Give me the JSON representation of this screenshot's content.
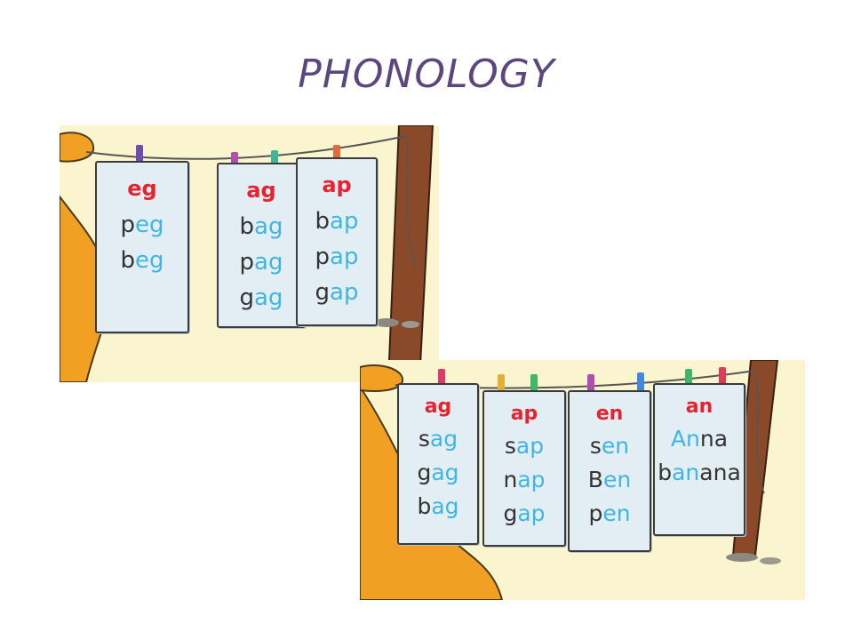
{
  "title": "PHONOLOGY",
  "colors": {
    "title": "#5b4680",
    "heading": "#e42430",
    "pattern": "#3fb6e2",
    "onset": "#333333",
    "panel_bg": "#fbf5cf",
    "card_bg": "#e3eef4"
  },
  "panels": [
    {
      "cards": [
        {
          "heading": "eg",
          "words": [
            {
              "onset": "p",
              "pattern": "eg"
            },
            {
              "onset": "b",
              "pattern": "eg"
            }
          ]
        },
        {
          "heading": "ag",
          "words": [
            {
              "onset": "b",
              "pattern": "ag"
            },
            {
              "onset": "p",
              "pattern": "ag"
            },
            {
              "onset": "g",
              "pattern": "ag"
            }
          ]
        },
        {
          "heading": "ap",
          "words": [
            {
              "onset": "b",
              "pattern": "ap"
            },
            {
              "onset": "p",
              "pattern": "ap"
            },
            {
              "onset": "g",
              "pattern": "ap"
            }
          ]
        }
      ]
    },
    {
      "cards": [
        {
          "heading": "ag",
          "words": [
            {
              "onset": "s",
              "pattern": "ag"
            },
            {
              "onset": "g",
              "pattern": "ag"
            },
            {
              "onset": "b",
              "pattern": "ag"
            }
          ]
        },
        {
          "heading": "ap",
          "words": [
            {
              "onset": "s",
              "pattern": "ap"
            },
            {
              "onset": "n",
              "pattern": "ap"
            },
            {
              "onset": "g",
              "pattern": "ap"
            }
          ]
        },
        {
          "heading": "en",
          "words": [
            {
              "onset": "s",
              "pattern": "en"
            },
            {
              "onset": "B",
              "pattern": "en"
            },
            {
              "onset": "p",
              "pattern": "en"
            }
          ]
        },
        {
          "heading": "an",
          "words": [
            {
              "onset": "",
              "pattern": "An",
              "tail": "na"
            },
            {
              "onset": "b",
              "pattern": "an",
              "tail": "ana"
            }
          ]
        }
      ]
    }
  ]
}
